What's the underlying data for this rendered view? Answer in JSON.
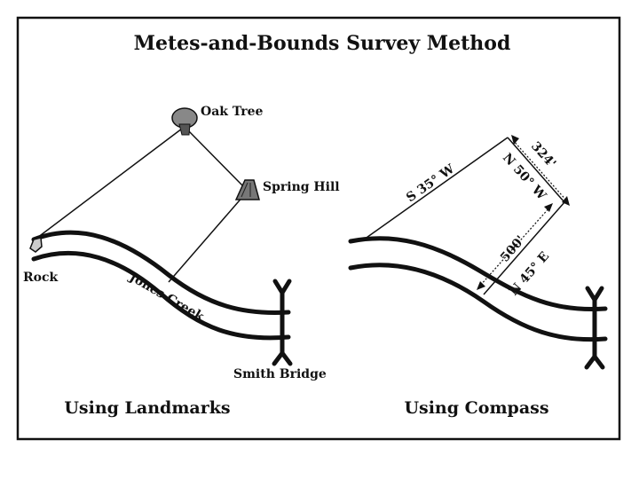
{
  "title": "Metes-and-Bounds Survey Method",
  "landmarks": {
    "caption": "Using Landmarks",
    "labels": {
      "oak_tree": "Oak Tree",
      "spring_hill": "Spring Hill",
      "rock": "Rock",
      "creek": "Jones Creek",
      "bridge": "Smith Bridge"
    }
  },
  "compass": {
    "caption": "Using Compass",
    "bearings": {
      "line1": "S 35° W",
      "line2": "N 50° W",
      "line3": "N 45° E"
    },
    "distances": {
      "d1": "324'",
      "d2": "500'"
    }
  }
}
